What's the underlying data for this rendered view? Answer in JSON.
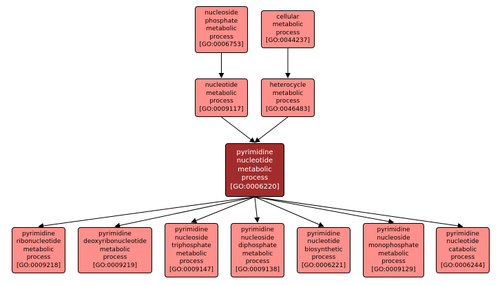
{
  "colors": {
    "node_fill": "#ff8f8a",
    "focus_fill": "#a12c2b",
    "edge": "#000000",
    "background": "#ffffff"
  },
  "nodes": {
    "n6753": {
      "name": "nucleoside\nphosphate\nmetabolic\nprocess",
      "id": "[GO:0006753]"
    },
    "n44237": {
      "name": "cellular\nmetabolic\nprocess",
      "id": "[GO:0044237]"
    },
    "n9117": {
      "name": "nucleotide\nmetabolic\nprocess",
      "id": "[GO:0009117]"
    },
    "n46483": {
      "name": "heterocycle\nmetabolic\nprocess",
      "id": "[GO:0046483]"
    },
    "n6220": {
      "name": "pyrimidine\nnucleotide\nmetabolic\nprocess",
      "id": "[GO:0006220]"
    },
    "n9218": {
      "name": "pyrimidine\nribonucleotide\nmetabolic\nprocess",
      "id": "[GO:0009218]"
    },
    "n9219": {
      "name": "pyrimidine\ndeoxyribonucleotide\nmetabolic\nprocess",
      "id": "[GO:0009219]"
    },
    "n9147": {
      "name": "pyrimidine\nnucleoside\ntriphosphate\nmetabolic\nprocess",
      "id": "[GO:0009147]"
    },
    "n9138": {
      "name": "pyrimidine\nnucleoside\ndiphosphate\nmetabolic\nprocess",
      "id": "[GO:0009138]"
    },
    "n6221": {
      "name": "pyrimidine\nnucleotide\nbiosynthetic\nprocess",
      "id": "[GO:0006221]"
    },
    "n9129": {
      "name": "pyrimidine\nnucleoside\nmonophosphate\nmetabolic\nprocess",
      "id": "[GO:0009129]"
    },
    "n6244": {
      "name": "pyrimidine\nnucleotide\ncatabolic\nprocess",
      "id": "[GO:0006244]"
    }
  },
  "edges": [
    [
      "n6753",
      "n9117"
    ],
    [
      "n44237",
      "n46483"
    ],
    [
      "n9117",
      "n6220"
    ],
    [
      "n46483",
      "n6220"
    ],
    [
      "n6220",
      "n9218"
    ],
    [
      "n6220",
      "n9219"
    ],
    [
      "n6220",
      "n9147"
    ],
    [
      "n6220",
      "n9138"
    ],
    [
      "n6220",
      "n6221"
    ],
    [
      "n6220",
      "n9129"
    ],
    [
      "n6220",
      "n6244"
    ]
  ]
}
